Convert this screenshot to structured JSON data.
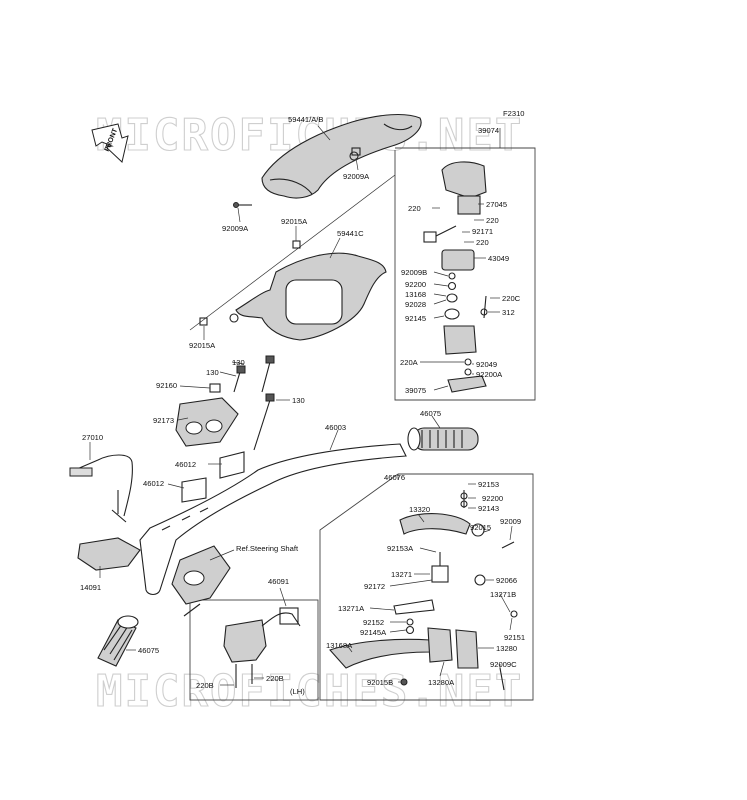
{
  "figure_code": "F2310",
  "front_arrow_text": "FRONT",
  "watermark": "MICROFICHES.NET",
  "lh_note": "(LH)",
  "reference_text": "Ref.Steering Shaft",
  "labels": {
    "l59441ab": "59441/A/B",
    "l92009a_top": "92009A",
    "l92009a_left": "92009A",
    "l92015a_mid": "92015A",
    "l59441c": "59441C",
    "l92015a_low": "92015A",
    "l39074": "39074",
    "l27045": "27045",
    "l220_a": "220",
    "l220_b": "220",
    "l220_c": "220",
    "l92171": "92171",
    "l43049": "43049",
    "l92009b": "92009B",
    "l92200": "92200",
    "l13168": "13168",
    "l92028": "92028",
    "l220c": "220C",
    "l312": "312",
    "l92145": "92145",
    "l220a_r": "220A",
    "l92049": "92049",
    "l92200a": "92200A",
    "l39075": "39075",
    "l130_a": "130",
    "l130_b": "130",
    "l130_c": "130",
    "l92160": "92160",
    "l92173": "92173",
    "l46003": "46003",
    "l46075_top": "46075",
    "l27010": "27010",
    "l46012_a": "46012",
    "l46012_b": "46012",
    "l46076": "46076",
    "l92153": "92153",
    "l92200_b": "92200",
    "l92143": "92143",
    "l13320": "13320",
    "l92015": "92015",
    "l92009": "92009",
    "l92153a": "92153A",
    "l13271": "13271",
    "l92066": "92066",
    "l92172": "92172",
    "l13271b": "13271B",
    "l13271a": "13271A",
    "l92152": "92152",
    "l92145a": "92145A",
    "l92151": "92151",
    "l13168a": "13168A",
    "l13280": "13280",
    "l92009c": "92009C",
    "l92015b": "92015B",
    "l13280a": "13280A",
    "l14091": "14091",
    "l46075_bot": "46075",
    "l46091": "46091",
    "l220b_a": "220B",
    "l220b_b": "220B"
  }
}
